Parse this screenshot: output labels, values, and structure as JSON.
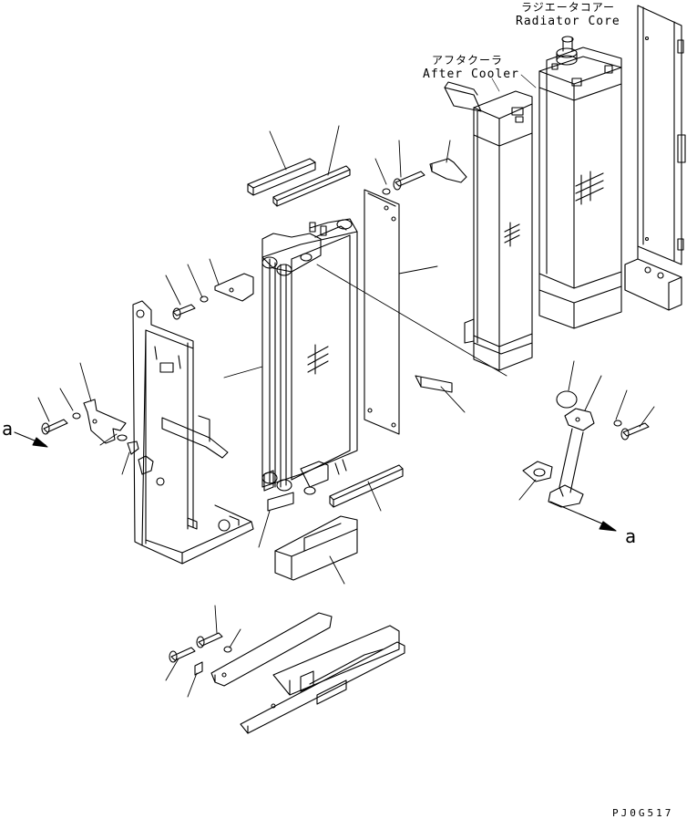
{
  "labels": {
    "radiator_core_jp": "ラジエータコアー",
    "radiator_core_en": "Radiator Core",
    "after_cooler_jp": "アフタクーラ",
    "after_cooler_en": "After Cooler",
    "ref_left": "a",
    "ref_right": "a",
    "drawing_code": "PJ0G517"
  },
  "colors": {
    "line": "#000000",
    "background": "#ffffff"
  }
}
